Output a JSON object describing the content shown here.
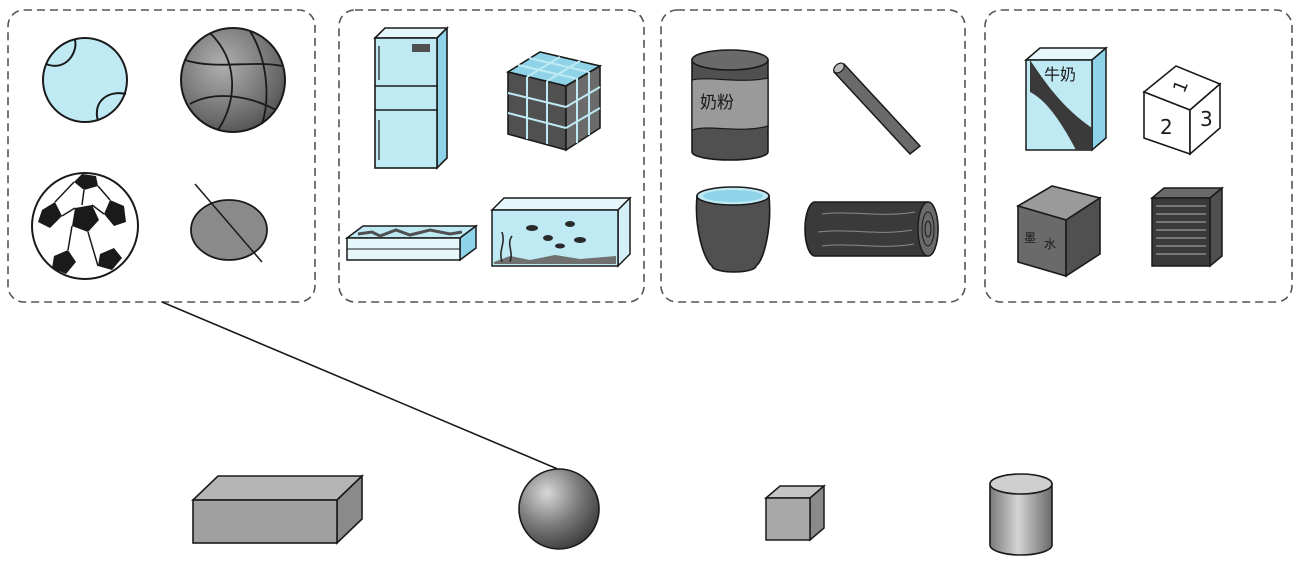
{
  "colors": {
    "light_blue": "#bfeaf4",
    "mid_blue": "#8fd3e8",
    "dark_gray": "#505050",
    "mid_gray": "#8a8a8a",
    "light_gray": "#bdbdbd",
    "line": "#1a1a1a"
  },
  "groups": [
    {
      "items": [
        "tennis-ball",
        "basketball",
        "soccer-ball",
        "ellipsoid-stone"
      ]
    },
    {
      "items": [
        "refrigerator",
        "rubiks-cube",
        "flat-tray",
        "fish-tank"
      ]
    },
    {
      "items": [
        "milk-powder-can",
        "chalk-stick",
        "water-bucket",
        "wooden-log"
      ]
    },
    {
      "items": [
        "milk-carton",
        "number-dice",
        "ink-box",
        "storage-crate"
      ]
    }
  ],
  "labels": {
    "milk_powder": "奶粉",
    "milk": "牛奶",
    "ink_left": "墨",
    "ink_right": "水",
    "dice_1": "1",
    "dice_2": "2",
    "dice_3": "3"
  },
  "shapes": [
    "rectangular-prism",
    "sphere",
    "cube",
    "cylinder"
  ],
  "connection": {
    "from_group": 1,
    "to_shape": "sphere"
  }
}
